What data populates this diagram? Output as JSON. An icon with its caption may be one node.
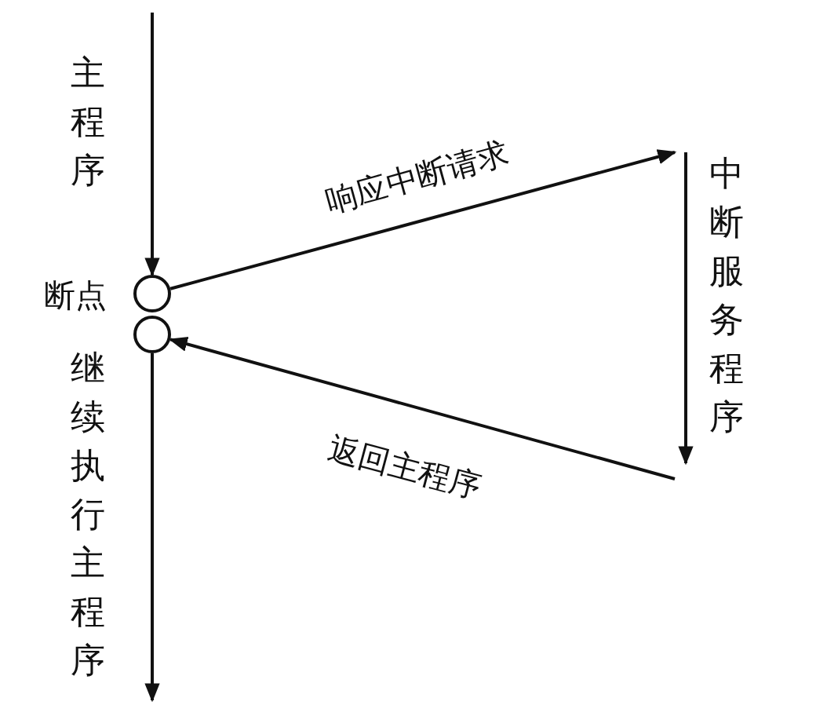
{
  "diagram": {
    "nodes": [
      {
        "text": [],
        "shape": "circle",
        "beside": [
          "断点"
        ]
      },
      {
        "text": [],
        "shape": "circle"
      },
      {
        "text": [
          "中断服务程序"
        ]
      }
    ],
    "edges": [
      {
        "from": null,
        "to": 0,
        "arrow": "to"
      },
      {
        "from": 0,
        "to": 2,
        "arrow": "to",
        "label": "响应中断请求"
      },
      {
        "from": 2,
        "to": 1,
        "arrow": "to",
        "label": "返回主程序"
      },
      {
        "from": 1,
        "to": null,
        "arrow": "to"
      }
    ],
    "labels": [
      "主程序",
      "继续执行主程序"
    ]
  }
}
